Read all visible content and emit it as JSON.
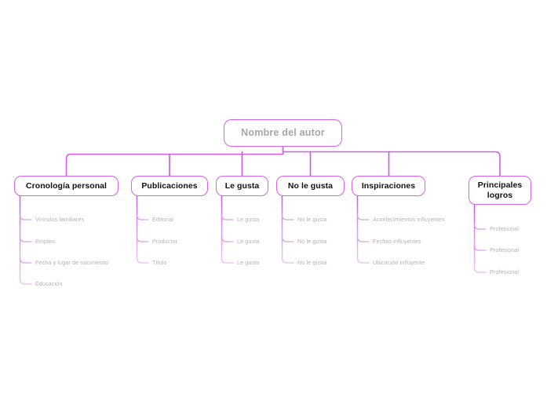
{
  "diagram": {
    "type": "mind-map",
    "title": "Nombre del autor",
    "colors": {
      "node_border": "#d761ea",
      "connector": "#d45ce8",
      "connector_light": "#e9a8f0",
      "root_text": "#a6a6a6",
      "branch_text": "#111111",
      "leaf_text": "#b3b3b3",
      "background": "#ffffff"
    }
  },
  "root": {
    "label": "Nombre del autor"
  },
  "branches": [
    {
      "label": "Cronología personal",
      "leaves": [
        "Vínculos familiares",
        "Empleo",
        "Fecha y lugar de nacimiento",
        "Educación"
      ]
    },
    {
      "label": "Publicaciones",
      "leaves": [
        "Editorial",
        "Productor",
        "Título"
      ]
    },
    {
      "label": "Le gusta",
      "leaves": [
        "Le gusta",
        "Le gusta",
        "Le gusta"
      ]
    },
    {
      "label": "No le gusta",
      "leaves": [
        "No le gusta",
        "No le gusta",
        "No le gusta"
      ]
    },
    {
      "label": "Inspiraciones",
      "leaves": [
        "Acontecimientos influyentes",
        "Fechas influyentes",
        "Ubicación influyente"
      ]
    },
    {
      "label": "Principales logros",
      "leaves": [
        "Profesional",
        "Profesional",
        "Profesional"
      ]
    }
  ]
}
